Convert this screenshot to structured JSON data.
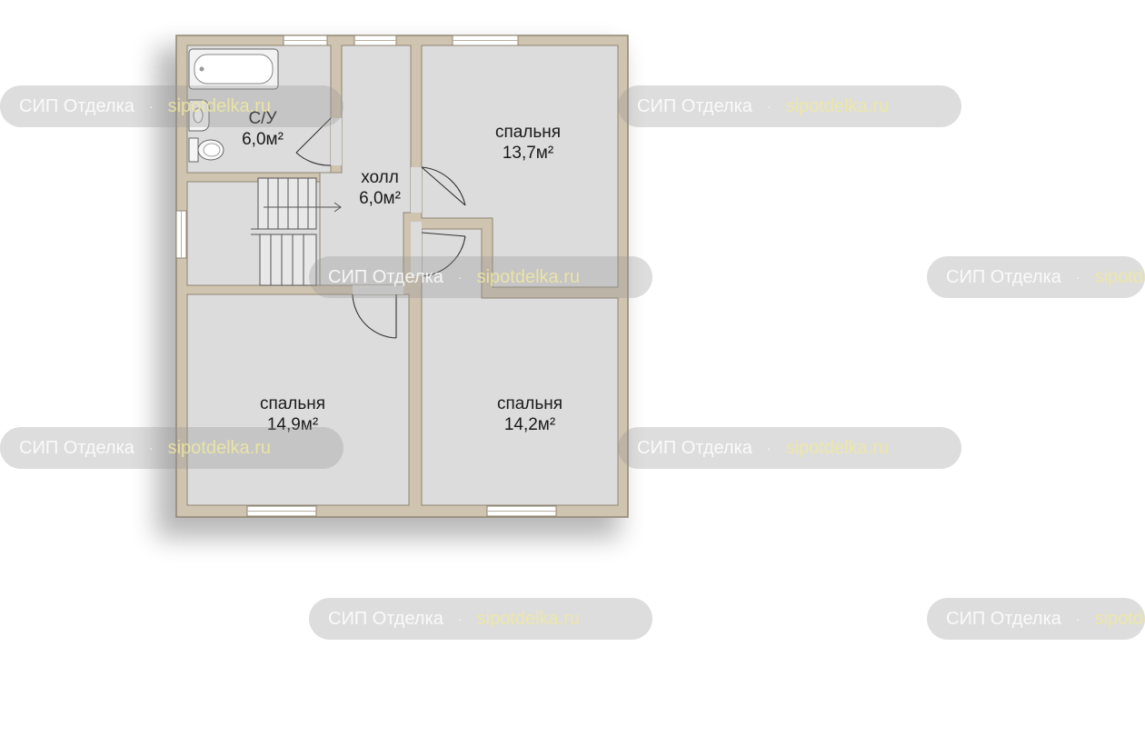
{
  "rooms": {
    "bathroom": {
      "name": "С/У",
      "area": "6,0м²"
    },
    "hall": {
      "name": "холл",
      "area": "6,0м²"
    },
    "bedroom_top_right": {
      "name": "спальня",
      "area": "13,7м²"
    },
    "bedroom_bottom_left": {
      "name": "спальня",
      "area": "14,9м²"
    },
    "bedroom_bottom_right": {
      "name": "спальня",
      "area": "14,2м²"
    }
  },
  "watermark": {
    "brand": "СИП Отделка",
    "separator": "·",
    "site": "sipotdelka.ru"
  },
  "colors": {
    "wall": "#cfc4b0",
    "wall_edge": "#8f8572",
    "floor": "#dcdcdc",
    "window": "#ffffff",
    "text": "#1a1a1a"
  }
}
